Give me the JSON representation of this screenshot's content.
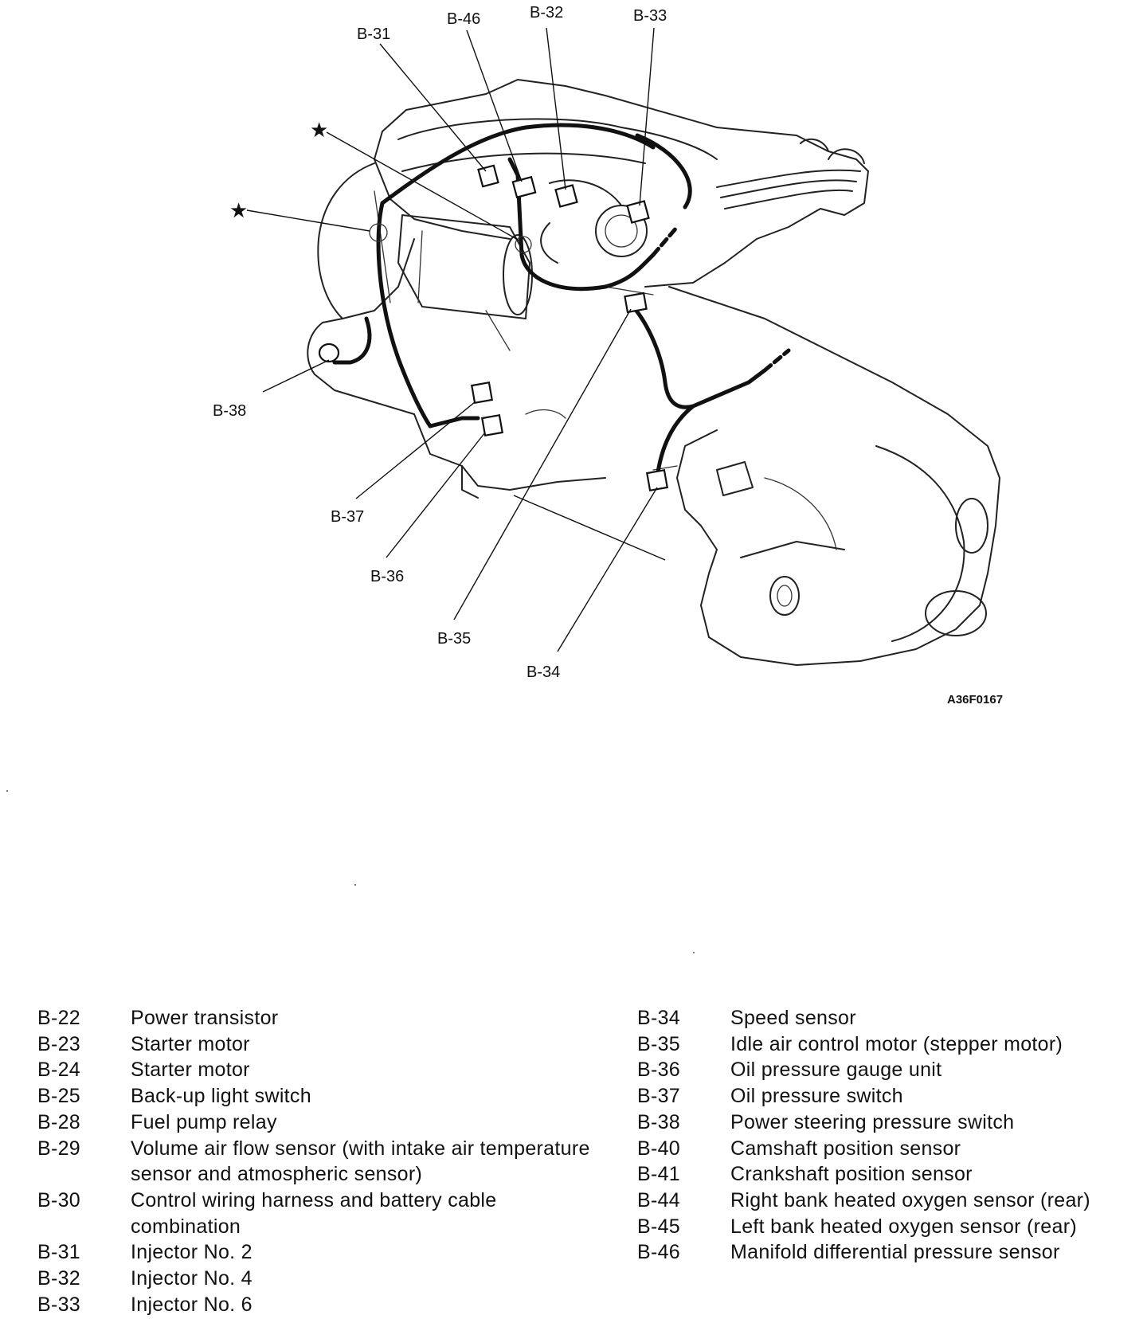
{
  "diagram": {
    "figure_id": "A36F0167",
    "callouts": [
      "B-31",
      "B-46",
      "B-32",
      "B-33",
      "B-38",
      "B-37",
      "B-36",
      "B-35",
      "B-34"
    ],
    "star_marks": [
      "★",
      "★"
    ]
  },
  "legend": {
    "left": [
      {
        "code": "B-22",
        "desc": "Power transistor"
      },
      {
        "code": "B-23",
        "desc": "Starter motor"
      },
      {
        "code": "B-24",
        "desc": "Starter motor"
      },
      {
        "code": "B-25",
        "desc": "Back-up light switch"
      },
      {
        "code": "B-28",
        "desc": "Fuel pump relay"
      },
      {
        "code": "B-29",
        "desc": "Volume air flow sensor (with intake air temperature sensor and atmospheric sensor)"
      },
      {
        "code": "B-30",
        "desc": "Control wiring harness and battery cable combination"
      },
      {
        "code": "B-31",
        "desc": "Injector No. 2"
      },
      {
        "code": "B-32",
        "desc": "Injector No. 4"
      },
      {
        "code": "B-33",
        "desc": "Injector No. 6"
      }
    ],
    "right": [
      {
        "code": "B-34",
        "desc": "Speed sensor"
      },
      {
        "code": "B-35",
        "desc": "Idle air control motor (stepper motor)"
      },
      {
        "code": "B-36",
        "desc": "Oil pressure gauge unit"
      },
      {
        "code": "B-37",
        "desc": "Oil pressure switch"
      },
      {
        "code": "B-38",
        "desc": "Power steering pressure switch"
      },
      {
        "code": "B-40",
        "desc": "Camshaft position sensor"
      },
      {
        "code": "B-41",
        "desc": "Crankshaft position sensor"
      },
      {
        "code": "B-44",
        "desc": "Right bank heated oxygen sensor (rear)"
      },
      {
        "code": "B-45",
        "desc": "Left bank heated oxygen sensor (rear)"
      },
      {
        "code": "B-46",
        "desc": "Manifold differential pressure sensor"
      }
    ]
  }
}
